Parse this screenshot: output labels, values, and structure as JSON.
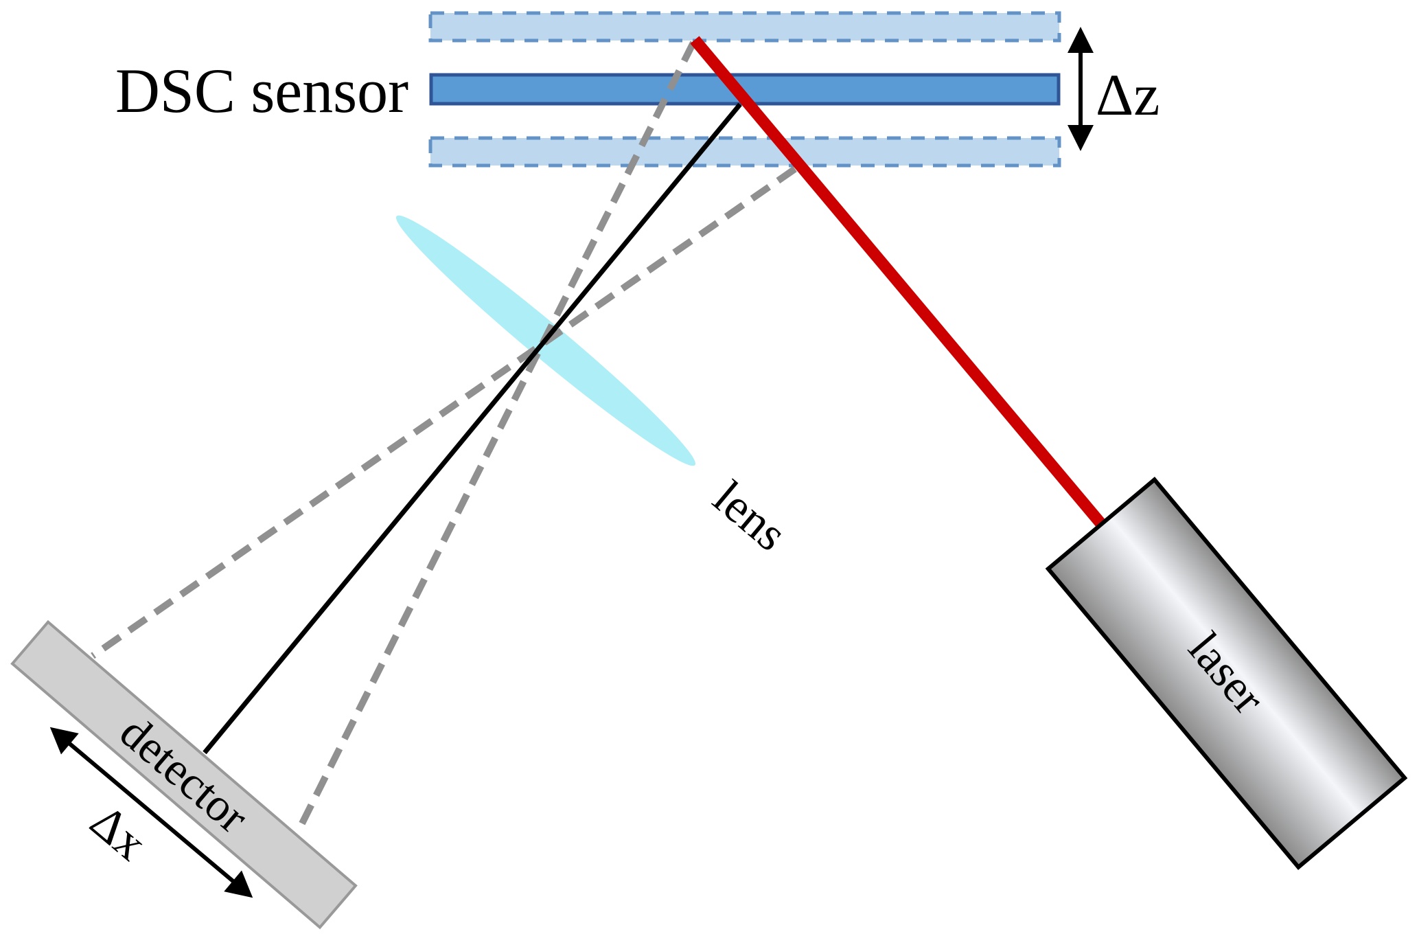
{
  "diagram": {
    "title": "Optical displacement measurement setup",
    "labels": {
      "sensor": "DSC sensor",
      "delta_z": "Δz",
      "lens": "lens",
      "laser": "laser",
      "detector": "detector",
      "delta_x": "Δx"
    },
    "colors": {
      "sensor_fill": "#5b9bd5",
      "sensor_stroke": "#2f5597",
      "sensor_ghost_fill": "#bdd7ee",
      "sensor_ghost_stroke": "#6393c6",
      "laser_beam": "#cc0000",
      "reflected_beam": "#000000",
      "shifted_beam": "#909090",
      "lens_fill": "#aeeef6",
      "detector_fill": "#d0d0d0",
      "detector_stroke": "#999999",
      "laser_body_edge": "#8a8a8a",
      "laser_body_highlight": "#f4f6fa"
    }
  }
}
